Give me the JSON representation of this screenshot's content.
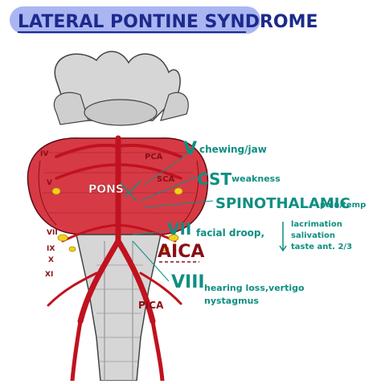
{
  "title": "LATERAL PONTINE SYNDROME",
  "colors": {
    "title_highlight": "#aab6f2",
    "title_ink": "#1c2a8c",
    "teal_ink": "#0e8f82",
    "pons_red": "#d63a45",
    "artery_red": "#c1121f",
    "cerebellum_gray": "#d6d6d6",
    "nerve_yellow": "#f2d21b",
    "outline": "#444444",
    "label_red": "#8a0e14"
  },
  "left_labels": {
    "pons": "PONS",
    "cn_iv": "IV",
    "cn_v_small": "V",
    "cn_vii_small": "VII",
    "cn_ix": "IX",
    "cn_x": "X",
    "cn_xi": "XI"
  },
  "artery_labels": {
    "pca": "PCA",
    "sca": "SCA",
    "aica": "AICA",
    "pica": "PICA"
  },
  "annotations": {
    "v_numeral": "V",
    "v_text": "chewing/jaw",
    "cst": "CST",
    "cst_text": "weakness",
    "spinothalamic": "SPINOTHALAMIC",
    "spinothalamic_text": "pain/temp",
    "vii_numeral": "VII",
    "vii_text": "facial droop,",
    "vii_list": [
      "lacrimation",
      "salivation",
      "taste ant. 2/3"
    ],
    "viii_numeral": "VIII",
    "viii_text1": "hearing loss,vertigo",
    "viii_text2": "nystagmus"
  }
}
